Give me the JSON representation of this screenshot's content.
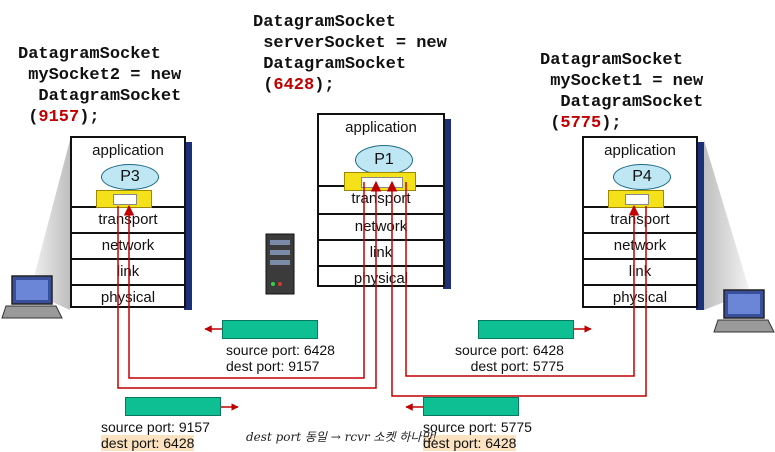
{
  "left": {
    "code": [
      "DatagramSocket",
      " mySocket2 = new",
      "  DatagramSocket"
    ],
    "code_end": ");",
    "port": "9157",
    "process": "P3",
    "layers": {
      "application": "application",
      "transport": "transport",
      "network": "network",
      "link": "link",
      "physical": "physical"
    }
  },
  "center": {
    "code": [
      "DatagramSocket",
      " serverSocket = new",
      " DatagramSocket"
    ],
    "code_end": ");",
    "port": "6428",
    "process": "P1",
    "layers": {
      "application": "application",
      "transport": "transport",
      "network": "network",
      "link": "link",
      "physical": "physical"
    }
  },
  "right": {
    "code": [
      "DatagramSocket",
      " mySocket1 = new",
      "  DatagramSocket"
    ],
    "code_end": ");",
    "port": "5775",
    "process": "P4",
    "layers": {
      "application": "application",
      "transport": "transport",
      "network": "network",
      "link": "link",
      "physical": "physical"
    }
  },
  "segments": {
    "reply_to_p3": {
      "source": "source port: 6428",
      "dest": "dest port: 9157"
    },
    "reply_to_p4": {
      "source": "source port: 6428",
      "dest": "dest port: 5775"
    },
    "from_p3": {
      "source": "source port: 9157",
      "dest": "dest port: 6428"
    },
    "from_p4": {
      "source": "source port: 5775",
      "dest": "dest port: 6428"
    }
  },
  "handwritten_note": "dest port 동일 → rcvr 소켓 하나만!",
  "colors": {
    "arrow": "#c00000",
    "segment": "#0fbf94",
    "socket": "#f4e11a",
    "highlight": "#fbe2c0"
  }
}
